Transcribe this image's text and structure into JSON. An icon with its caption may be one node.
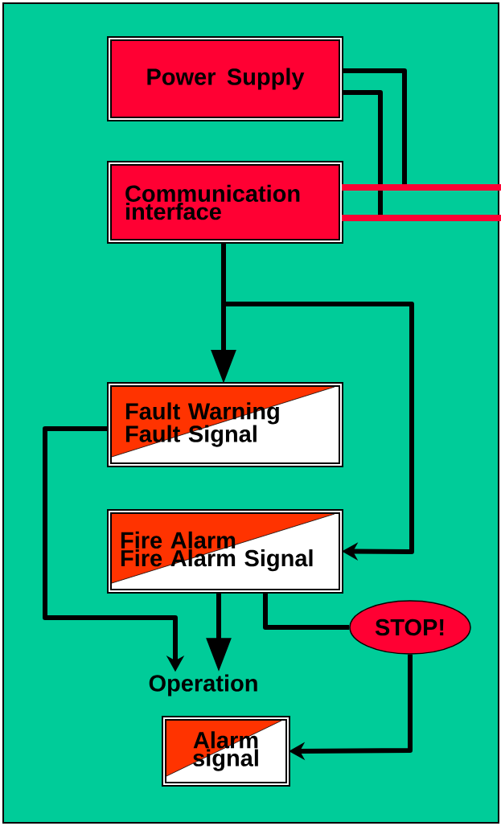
{
  "diagram": {
    "nodes": [
      {
        "text": [
          "Power Supply"
        ]
      },
      {
        "text": [
          "Communication interface"
        ]
      },
      {
        "text": [
          "Fault Warning",
          "Fault Signal"
        ]
      },
      {
        "text": [
          "Fire Alarm",
          "Fire Alarm Signal"
        ]
      },
      {
        "text": [
          "STOP!"
        ]
      },
      {
        "text": [
          "Operation"
        ]
      },
      {
        "text": [
          "Alarm signal"
        ]
      }
    ],
    "edges": [
      {
        "from": 0,
        "to": null,
        "arrow": "none"
      },
      {
        "from": 0,
        "to": null,
        "arrow": "none"
      },
      {
        "from": 1,
        "to": null,
        "arrow": "none",
        "color": "#ff0033"
      },
      {
        "from": 1,
        "to": null,
        "arrow": "none",
        "color": "#ff0033"
      },
      {
        "from": 1,
        "to": 2,
        "arrow": "to"
      },
      {
        "from": 1,
        "to": 3,
        "arrow": "to"
      },
      {
        "from": 2,
        "to": 5,
        "arrow": "to"
      },
      {
        "from": 3,
        "to": 5,
        "arrow": "to"
      },
      {
        "from": 3,
        "to": 4,
        "arrow": "none"
      },
      {
        "from": 4,
        "to": 6,
        "arrow": "to"
      }
    ]
  }
}
